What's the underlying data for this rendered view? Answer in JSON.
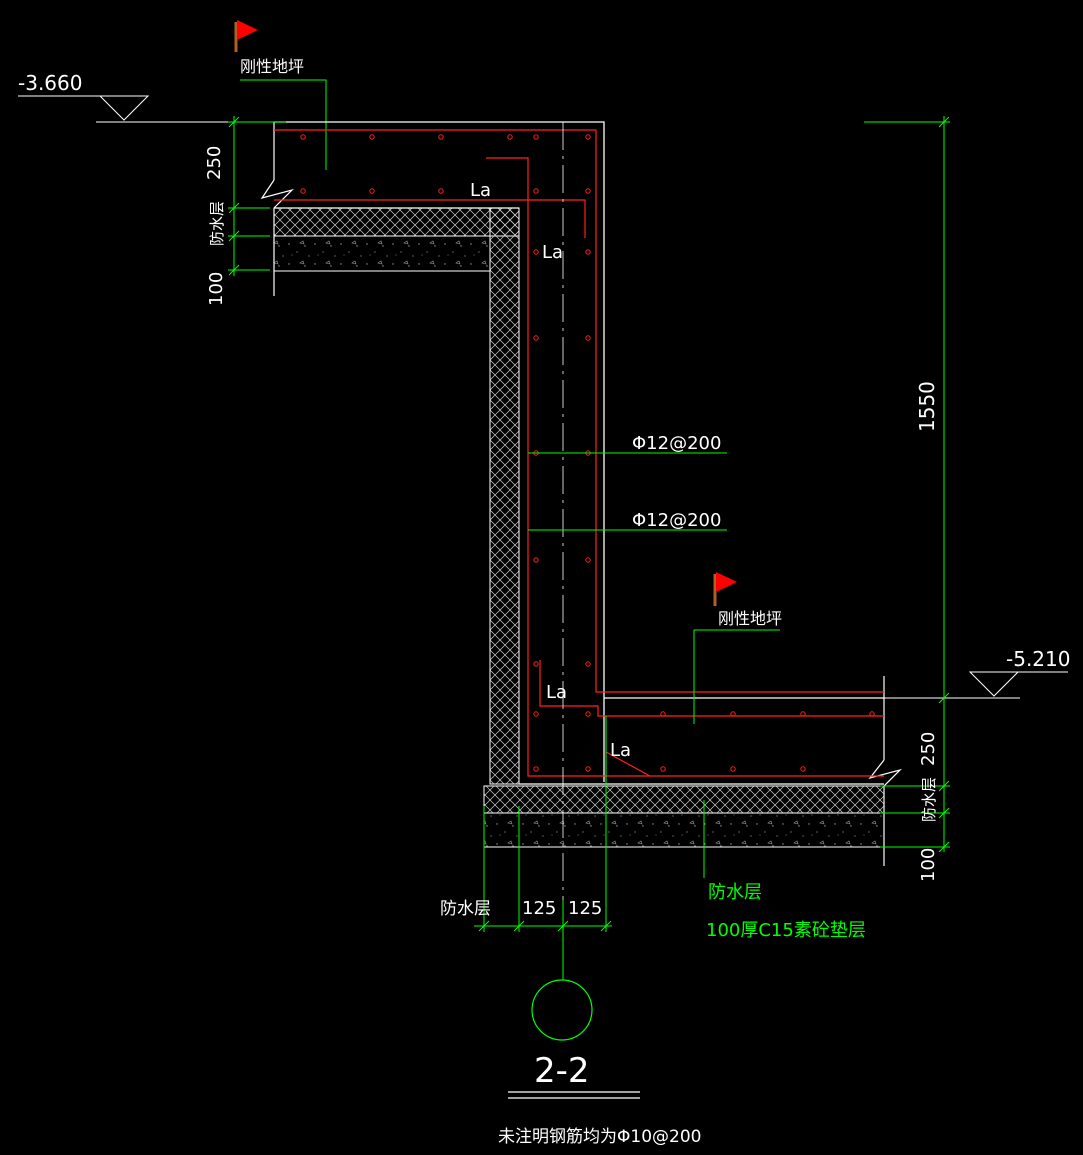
{
  "drawing": {
    "title": "2-2",
    "note": "未注明钢筋均为Φ10@200",
    "elevations": {
      "top": "-3.660",
      "bottom": "-5.210"
    },
    "dimensions": {
      "top_slab": "250",
      "top_waterproof": "防水层",
      "top_cushion": "100",
      "step_height": "1550",
      "bottom_slab": "250",
      "bottom_waterproof": "防水层",
      "bottom_cushion": "100",
      "wall_waterproof": "防水层",
      "wall_half_left": "125",
      "wall_half_right": "125"
    },
    "labels": {
      "rigid_floor_top": "刚性地坪",
      "rigid_floor_bottom": "刚性地坪",
      "anchor_1": "La",
      "anchor_2": "La",
      "anchor_3": "La",
      "anchor_4": "La",
      "rebar_1": "Φ12@200",
      "rebar_2": "Φ12@200",
      "waterproof_layer": "防水层",
      "cushion_layer": "100厚C15素砼垫层"
    },
    "colors": {
      "background": "#000000",
      "outline": "#ffffff",
      "rebar": "#ff2020",
      "leader": "#00ff00",
      "flag": "#ff0000"
    }
  }
}
